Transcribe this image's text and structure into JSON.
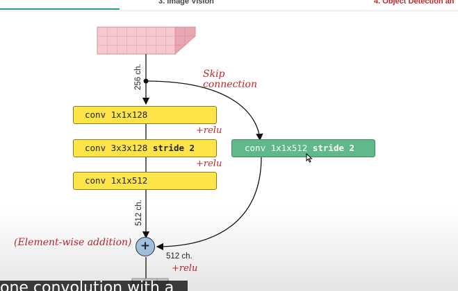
{
  "header": {
    "current_chapter": "3. Image Vision",
    "next_chapter": "4. Object Detection an"
  },
  "diagram": {
    "input_channels": "256 ch.",
    "skip_label_line1": "Skip",
    "skip_label_line2": "connection",
    "boxes": [
      {
        "text": "conv 1x1x128",
        "bold": ""
      },
      {
        "text": "conv 3x3x128 ",
        "bold": "stride 2"
      },
      {
        "text": "conv 1x1x512",
        "bold": ""
      }
    ],
    "skip_box": {
      "text": "conv 1x1x512 ",
      "bold": "stride 2"
    },
    "relu_1": "+relu",
    "relu_2": "+relu",
    "relu_3": "+relu",
    "main_channels": "512 ch.",
    "addition_label": "(Element-wise addition)",
    "addition_symbol": "+",
    "output_channels": "512 ch."
  },
  "caption": {
    "text": "one convolution with a"
  },
  "colors": {
    "conv_box": "#fde449",
    "skip_box": "#5fb98a",
    "annotation": "#c0272d",
    "addition_node": "#a9c8e6",
    "tensor": "#f6c9d1"
  }
}
